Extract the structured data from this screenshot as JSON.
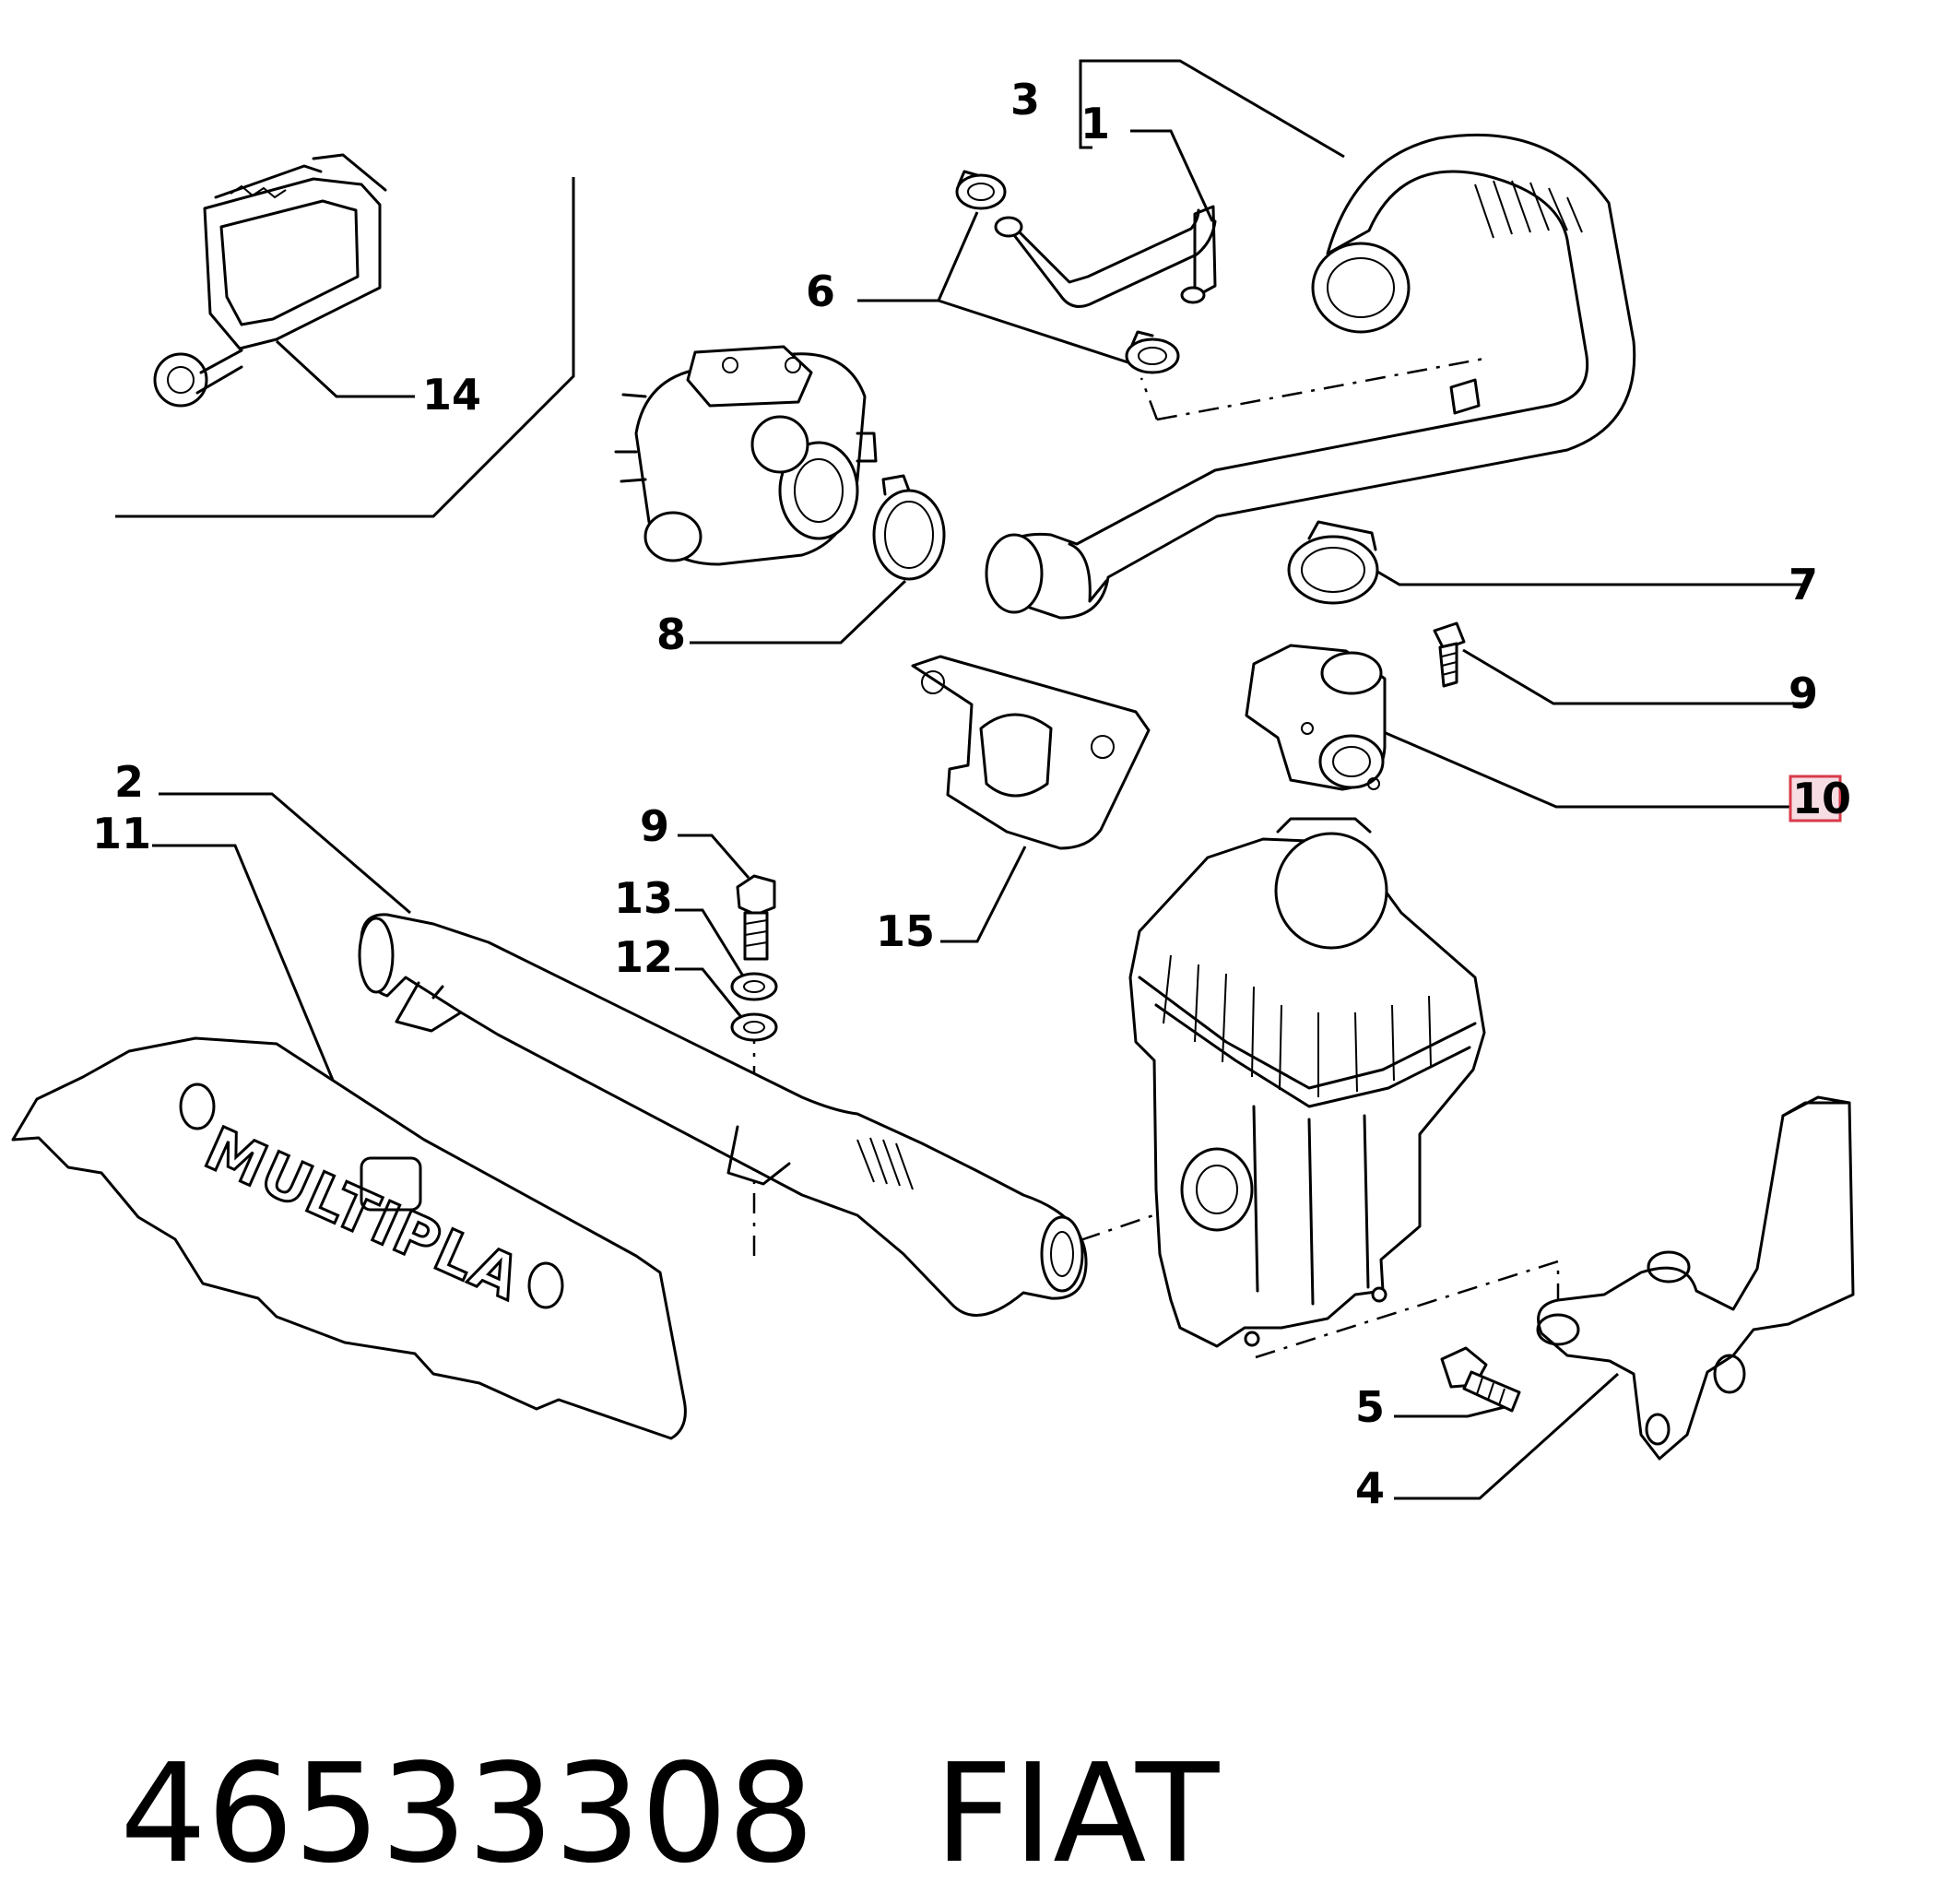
{
  "callouts": [
    {
      "id": "c1",
      "label": "1"
    },
    {
      "id": "c2",
      "label": "2"
    },
    {
      "id": "c3",
      "label": "3"
    },
    {
      "id": "c4",
      "label": "4"
    },
    {
      "id": "c5",
      "label": "5"
    },
    {
      "id": "c6",
      "label": "6"
    },
    {
      "id": "c7",
      "label": "7"
    },
    {
      "id": "c8",
      "label": "8"
    },
    {
      "id": "c9a",
      "label": "9"
    },
    {
      "id": "c9b",
      "label": "9"
    },
    {
      "id": "c10",
      "label": "10",
      "highlighted": true
    },
    {
      "id": "c11",
      "label": "11"
    },
    {
      "id": "c12",
      "label": "12"
    },
    {
      "id": "c13",
      "label": "13"
    },
    {
      "id": "c14",
      "label": "14"
    },
    {
      "id": "c15",
      "label": "15"
    }
  ],
  "logo_text": "MULTIPLA",
  "part_number": "46533308",
  "brand": "FIAT",
  "colors": {
    "highlight_fill": "#f6dde3",
    "highlight_stroke": "#d93a4a",
    "line": "#000000",
    "background": "#ffffff"
  }
}
